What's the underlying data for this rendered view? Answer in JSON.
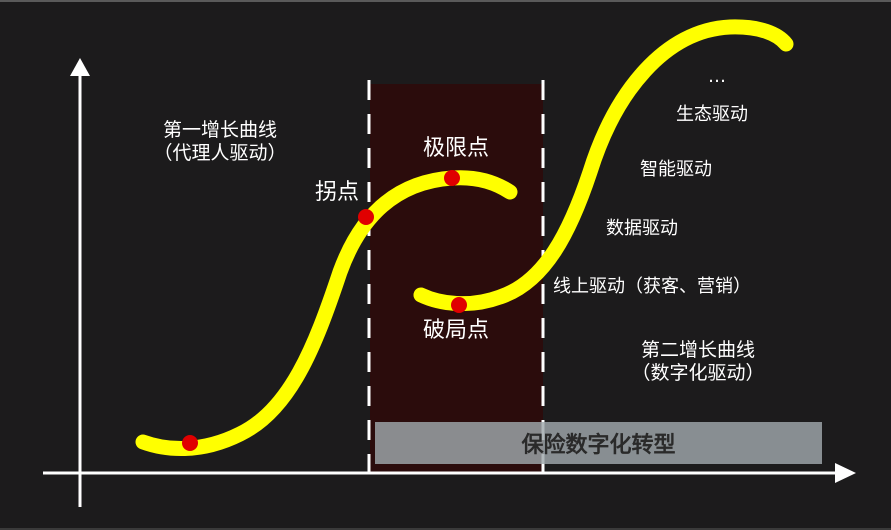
{
  "colors": {
    "background": "#1c1b1c",
    "band": "#2b0c0c",
    "curve": "#ffff00",
    "dot": "#e00000",
    "axis": "#ffffff",
    "banner_bg": "#8c9396",
    "banner_text": "#2a2a2a",
    "text": "#ffffff"
  },
  "first_curve": {
    "title": "第一增长曲线",
    "subtitle": "（代理人驱动）"
  },
  "second_curve": {
    "title": "第二增长曲线",
    "subtitle": "（数字化驱动）"
  },
  "points": {
    "inflection": "拐点",
    "limit": "极限点",
    "breakthrough": "破局点"
  },
  "drivers": [
    {
      "label": "线上驱动（获客、营销）"
    },
    {
      "label": "数据驱动"
    },
    {
      "label": "智能驱动"
    },
    {
      "label": "生态驱动"
    },
    {
      "label": "…"
    }
  ],
  "banner": {
    "label": "保险数字化转型"
  }
}
